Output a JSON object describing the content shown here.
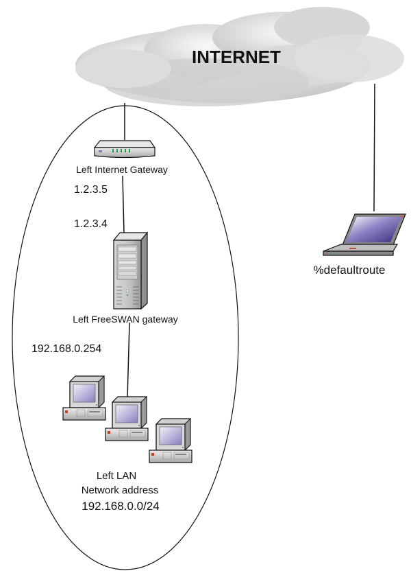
{
  "cloud": {
    "label": "INTERNET"
  },
  "left_site": {
    "router": {
      "label": "Left Internet Gateway",
      "outer_ip": "1.2.3.5"
    },
    "gateway": {
      "label": "Left FreeSWAN gateway",
      "public_ip": "1.2.3.4",
      "inner_ip": "192.168.0.254"
    },
    "lan": {
      "label_line1": "Left LAN",
      "label_line2": "Network address",
      "subnet": "192.168.0.0/24"
    }
  },
  "right_site": {
    "laptop": {
      "label": "%defaultroute"
    }
  },
  "colors": {
    "cloud_light": "#f2f2f2",
    "cloud_dark": "#c4c4c4",
    "screen_purple": "#4a3a8c",
    "led_green": "#2a9a4a",
    "led_red": "#d23a2a",
    "device_gray": "#cfcfcf"
  }
}
